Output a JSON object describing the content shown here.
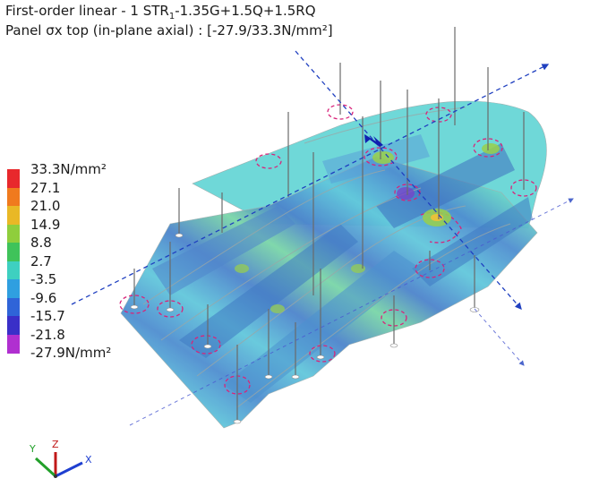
{
  "title": {
    "line1_prefix": "First-order linear - 1 STR",
    "line1_subscript": "1",
    "line1_suffix": "-1.35G+1.5Q+1.5RQ",
    "line2": "Panel σx top (in-plane axial) : [-27.9/33.3N/mm²]"
  },
  "legend": {
    "entries": [
      {
        "label": "33.3N/mm²",
        "color": "#e8282c"
      },
      {
        "label": "27.1",
        "color": "#f07a1e"
      },
      {
        "label": "21.0",
        "color": "#e9b826"
      },
      {
        "label": "14.9",
        "color": "#8fce3c"
      },
      {
        "label": "8.8",
        "color": "#3fc35a"
      },
      {
        "label": "2.7",
        "color": "#3ed0c0"
      },
      {
        "label": "-3.5",
        "color": "#2f9fe0"
      },
      {
        "label": "-9.6",
        "color": "#2f64d8"
      },
      {
        "label": "-15.7",
        "color": "#3a2fc8"
      },
      {
        "label": "-21.8",
        "color": "#b02fd0"
      },
      {
        "label": "-27.9N/mm²",
        "color": "#e8287a"
      }
    ]
  },
  "axes": {
    "x_label": "X",
    "y_label": "Y",
    "z_label": "Z",
    "x_color": "#1f3fd0",
    "y_color": "#22a02a",
    "z_color": "#c01818"
  }
}
